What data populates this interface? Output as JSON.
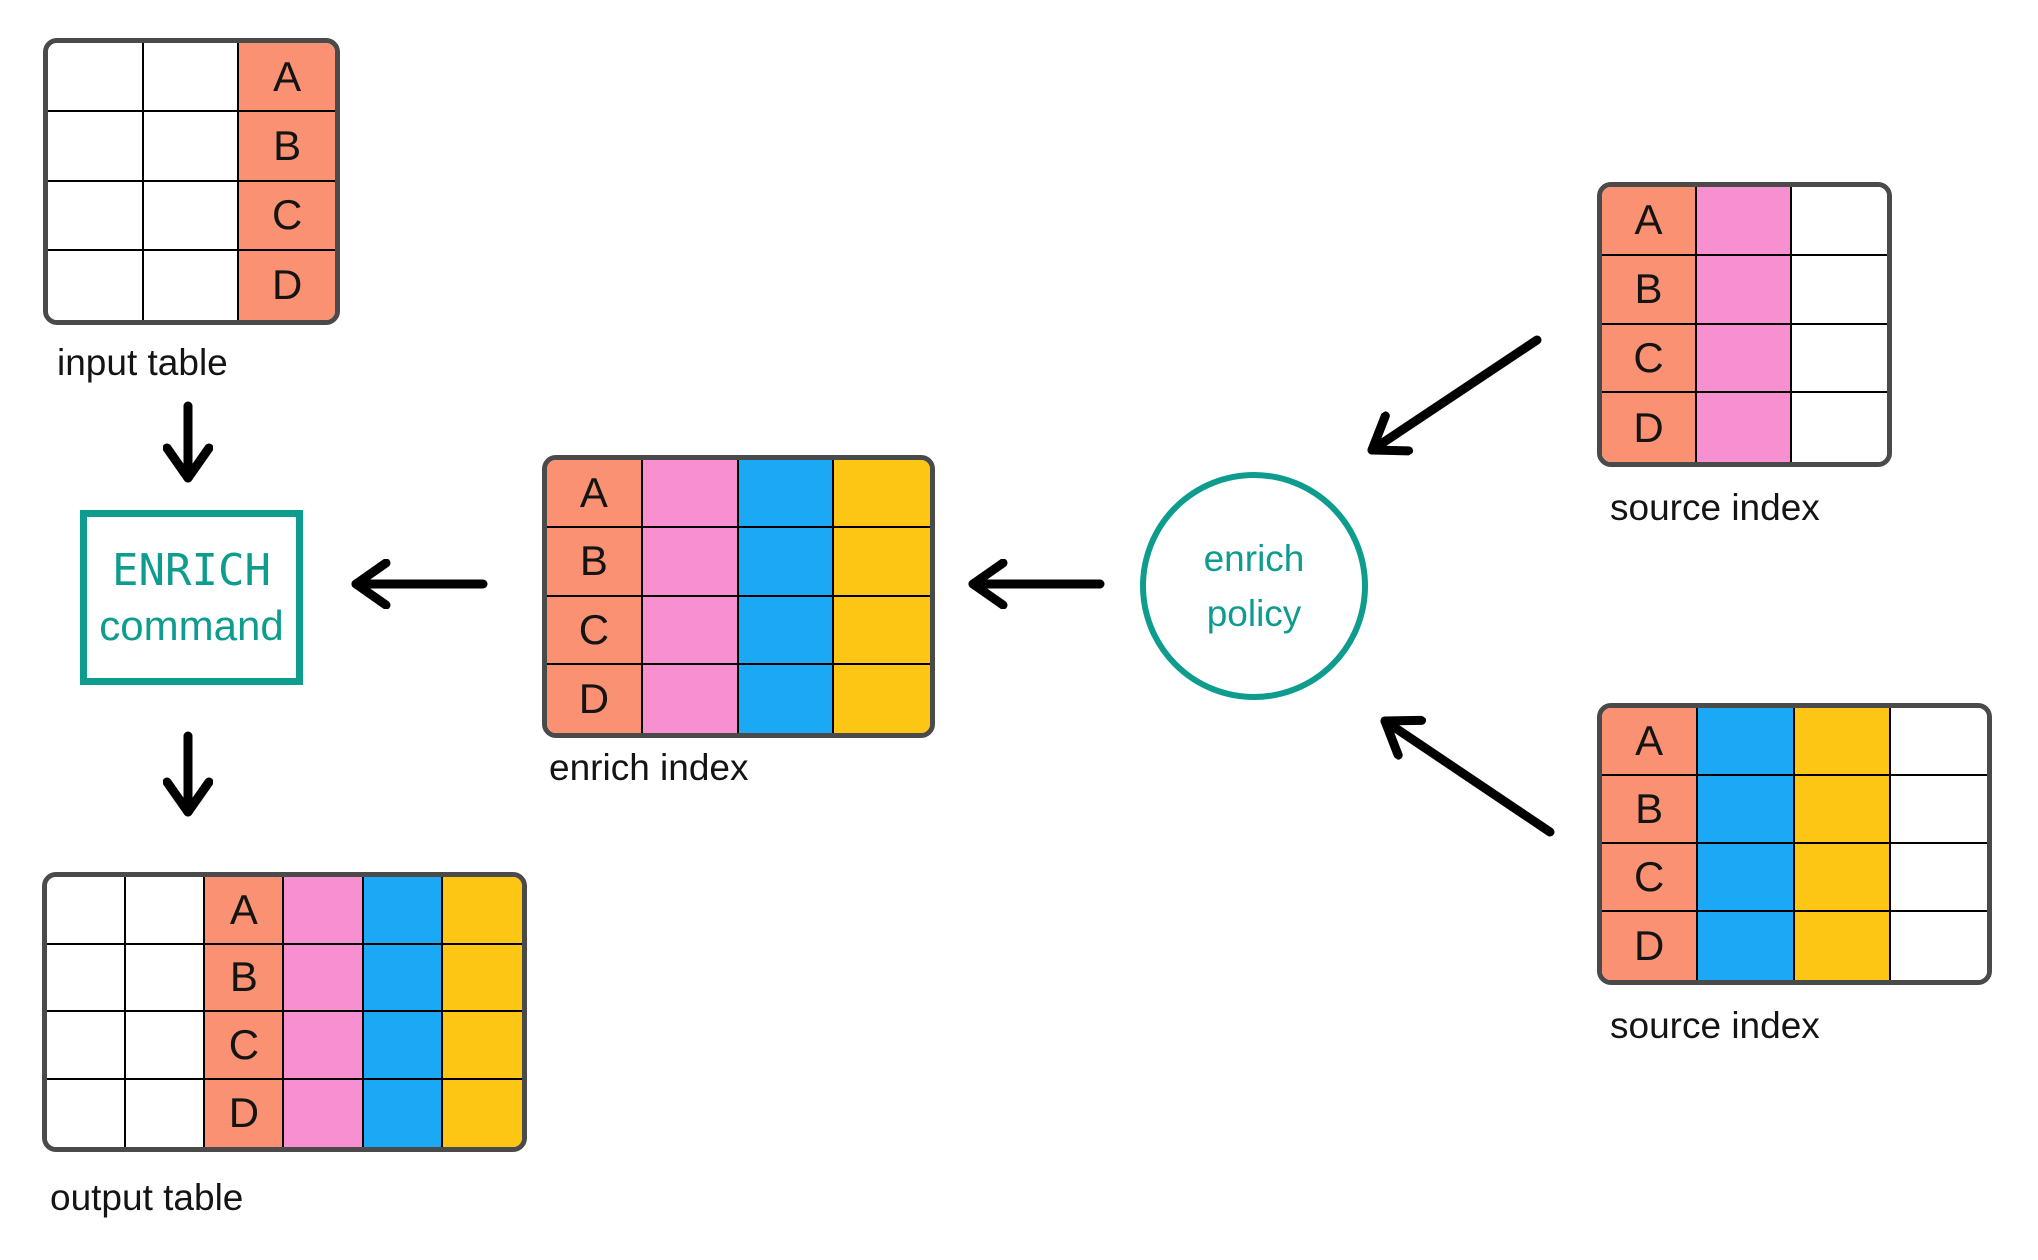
{
  "colors": {
    "salmon": "#FA9173",
    "pink": "#F78FD0",
    "blue": "#1BA9F5",
    "yellow": "#FDC514",
    "teal": "#0D9C8D",
    "white": "#FFFFFF",
    "table_border": "#4A4A4A",
    "grid_line": "#000000",
    "text": "#141414",
    "arrow": "#000000"
  },
  "row_letters": [
    "A",
    "B",
    "C",
    "D"
  ],
  "tables": {
    "input_table": {
      "label": "input table",
      "columns": [
        {
          "color": "white",
          "letters": false
        },
        {
          "color": "white",
          "letters": false
        },
        {
          "color": "salmon",
          "letters": true
        }
      ]
    },
    "enrich_index": {
      "label": "enrich index",
      "columns": [
        {
          "color": "salmon",
          "letters": true
        },
        {
          "color": "pink",
          "letters": false
        },
        {
          "color": "blue",
          "letters": false
        },
        {
          "color": "yellow",
          "letters": false
        }
      ]
    },
    "source_index_top": {
      "label": "source index",
      "columns": [
        {
          "color": "salmon",
          "letters": true
        },
        {
          "color": "pink",
          "letters": false
        },
        {
          "color": "white",
          "letters": false
        }
      ]
    },
    "source_index_bottom": {
      "label": "source index",
      "columns": [
        {
          "color": "salmon",
          "letters": true
        },
        {
          "color": "blue",
          "letters": false
        },
        {
          "color": "yellow",
          "letters": false
        },
        {
          "color": "white",
          "letters": false
        }
      ]
    },
    "output_table": {
      "label": "output table",
      "columns": [
        {
          "color": "white",
          "letters": false
        },
        {
          "color": "white",
          "letters": false
        },
        {
          "color": "salmon",
          "letters": true
        },
        {
          "color": "pink",
          "letters": false
        },
        {
          "color": "blue",
          "letters": false
        },
        {
          "color": "yellow",
          "letters": false
        }
      ]
    }
  },
  "nodes": {
    "enrich_command": {
      "line1": "ENRICH",
      "line2": "command"
    },
    "enrich_policy": {
      "line1": "enrich",
      "line2": "policy"
    }
  }
}
